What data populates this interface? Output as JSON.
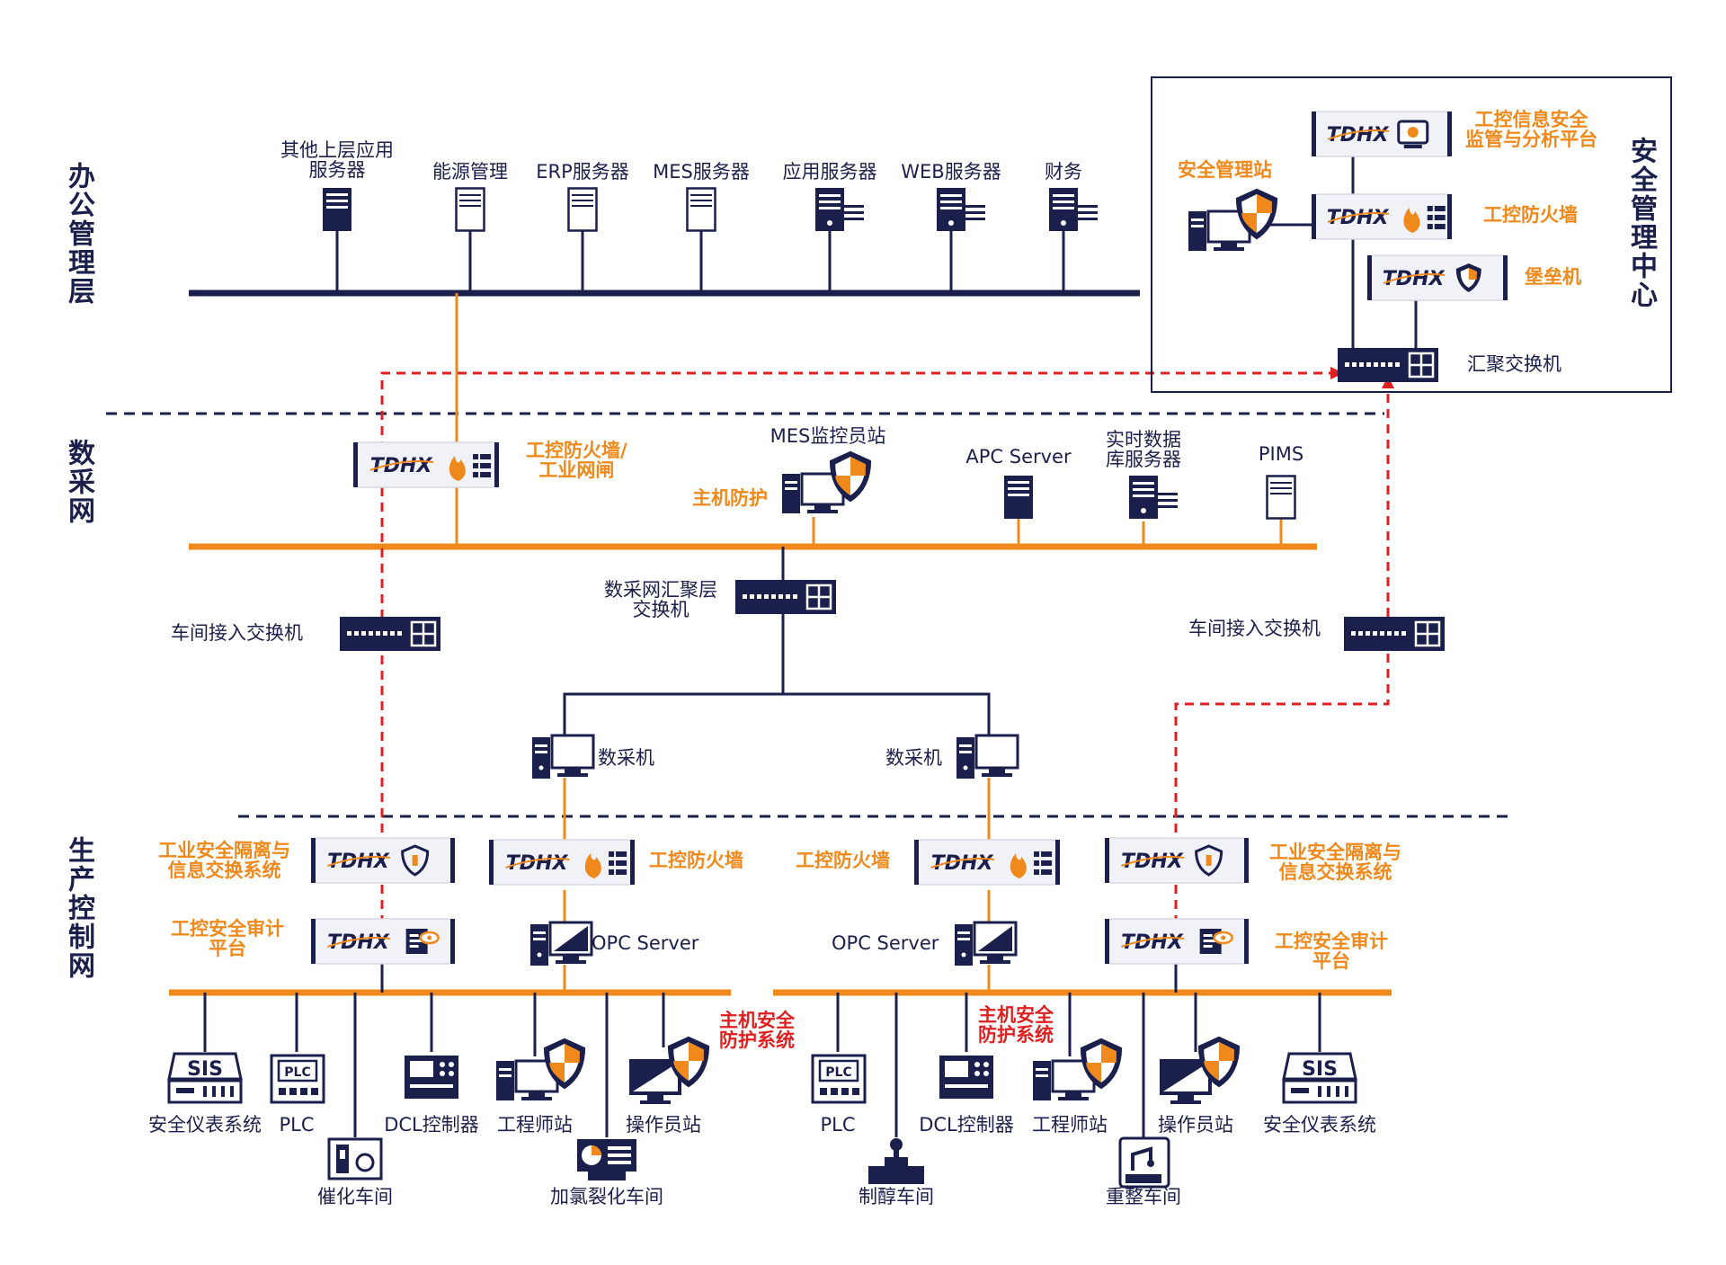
{
  "zones": {
    "office": "办公管理层",
    "data_acq": "数采网",
    "production": "生产控制网",
    "security_center": "安全管理中心"
  },
  "office_servers": [
    {
      "label": "其他上层应用\n服务器",
      "icon": "server-dark-icon"
    },
    {
      "label": "能源管理",
      "icon": "server-light-icon"
    },
    {
      "label": "ERP服务器",
      "icon": "server-light-icon"
    },
    {
      "label": "MES服务器",
      "icon": "server-light-icon"
    },
    {
      "label": "应用服务器",
      "icon": "server-rack-icon"
    },
    {
      "label": "WEB服务器",
      "icon": "server-rack-icon"
    },
    {
      "label": "财务",
      "icon": "server-rack-icon"
    }
  ],
  "security_center": {
    "brand": "TDHX",
    "platform_label": "工控信息安全\n监管与分析平台",
    "firewall_label": "工控防火墙",
    "bastion_label": "堡垒机",
    "station_label": "安全管理站",
    "switch_label": "汇聚交换机"
  },
  "data_acq": {
    "firewall_label": "工控防火墙/\n工业网闸",
    "mes_station_label": "MES监控员站",
    "host_protect_label": "主机防护",
    "apc_label": "APC Server",
    "rtdb_label": "实时数据\n库服务器",
    "pims_label": "PIMS",
    "agg_switch_label": "数采网汇聚层\n交换机",
    "left_access_switch_label": "车间接入交换机",
    "right_access_switch_label": "车间接入交换机",
    "collector_left_label": "数采机",
    "collector_right_label": "数采机"
  },
  "production": {
    "left_isolation_label": "工业安全隔离与\n信息交换系统",
    "left_audit_label": "工控安全审计\n平台",
    "left_firewall_label": "工控防火墙",
    "left_opc_label": "OPC Server",
    "right_firewall_label": "工控防火墙",
    "right_opc_label": "OPC Server",
    "right_isolation_label": "工业安全隔离与\n信息交换系统",
    "right_audit_label": "工控安全审计\n平台",
    "host_security_left": "主机安全\n防护系统",
    "host_security_right": "主机安全\n防护系统",
    "left_devices": [
      "安全仪表系统",
      "PLC",
      "DCL控制器",
      "工程师站",
      "操作员站"
    ],
    "left_workshops": [
      "催化车间",
      "加氯裂化车间"
    ],
    "right_devices": [
      "PLC",
      "DCL控制器",
      "工程师站",
      "操作员站",
      "安全仪表系统"
    ],
    "right_workshops": [
      "制醇车间",
      "重整车间"
    ],
    "sis_text": "SIS",
    "plc_text": "PLC"
  },
  "colors": {
    "navy": "#1b1f4b",
    "orange": "#f0891c",
    "red": "#e02020",
    "light": "#ffffff"
  }
}
